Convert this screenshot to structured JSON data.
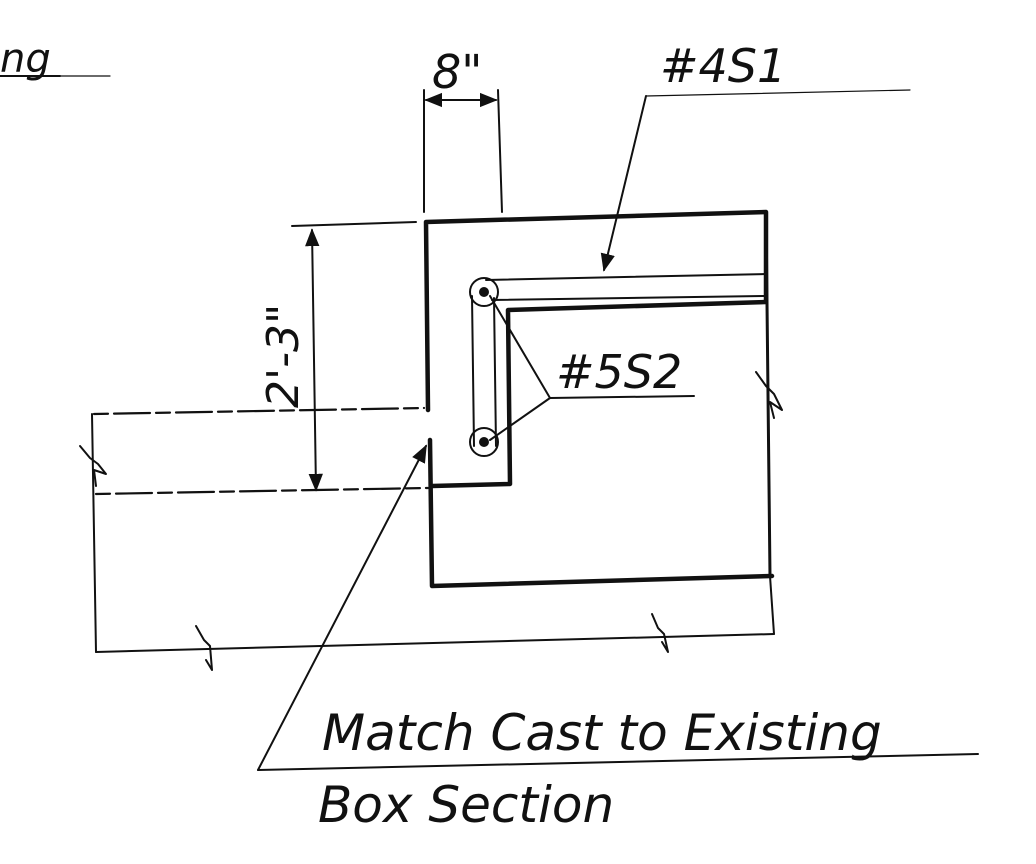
{
  "labels": {
    "partial_heading": "ng",
    "width_dimension": "8\"",
    "height_dimension": "2'-3\"",
    "bar_top": "#4S1",
    "bar_side": "#5S2",
    "note_line1": "Match Cast to Existing",
    "note_line2": "Box Section"
  },
  "colors": {
    "ink": "#111111",
    "paper": "#ffffff"
  }
}
